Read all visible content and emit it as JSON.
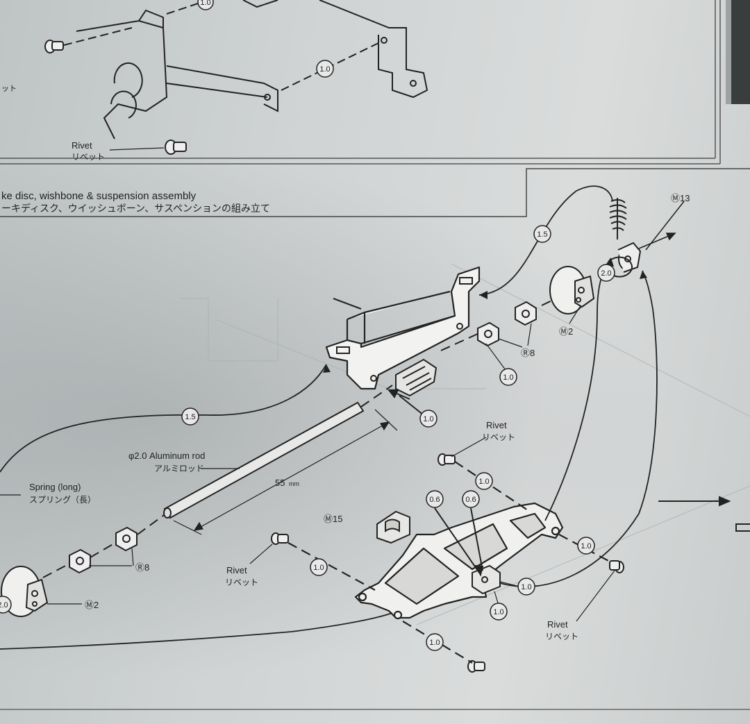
{
  "top_section": {
    "rivet_label": "Rivet",
    "rivet_label_jp": "リベット",
    "rivet_fragment_left": "ット",
    "size_1": "1.0",
    "size_2": "1.0"
  },
  "section_header": {
    "title_en": "ke disc, wishbone & suspension assembly",
    "title_jp": "ーキディスク、ウイッシュボーン、サスペンションの組み立て"
  },
  "main": {
    "m13": "Ⓜ13",
    "m15": "Ⓜ15",
    "m2_right": "Ⓜ2",
    "m2_left": "Ⓜ2",
    "r8_right": "Ⓡ8",
    "r8_left": "Ⓡ8",
    "rod_label": "φ2.0 Aluminum rod",
    "rod_label_jp": "アルミロッド",
    "rod_length": "55",
    "rod_length_unit": "mm",
    "spring_label": "Spring (long)",
    "spring_label_jp": "スプリング（長）",
    "rivet": "Rivet",
    "rivet_jp": "リベット",
    "size_1_5": "1.5",
    "size_2_0": "2.0",
    "size_1_0": "1.0",
    "size_0_6": "0.6"
  }
}
